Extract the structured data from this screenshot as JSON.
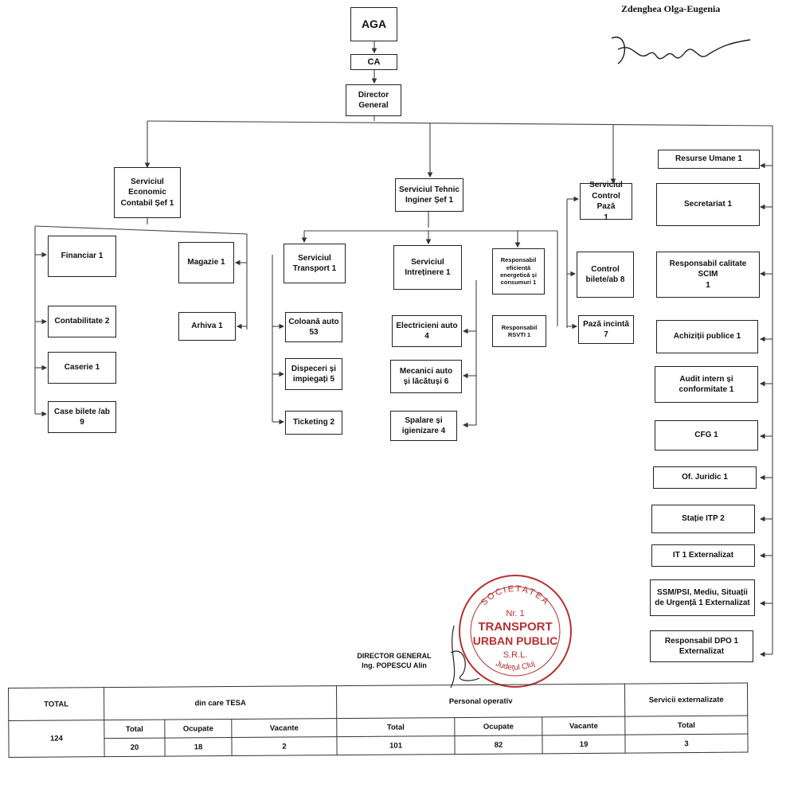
{
  "signatory": {
    "name": "Zdenghea Olga-Eugenia"
  },
  "chart": {
    "aga": "AGA",
    "ca": "CA",
    "director": "Director\nGeneral",
    "serv_economic": "Serviciul\nEconomic\nContabil Șef 1",
    "serv_tehnic": "Serviciul Tehnic\nInginer Șef 1",
    "serv_control": "Serviciul\nControl Pază\n1",
    "financiar": "Financiar 1",
    "contabilitate": "Contabilitate 2",
    "casierie": "Caserie 1",
    "case_bilete": "Case bilete /ab\n9",
    "magazie": "Magazie 1",
    "arhiva": "Arhiva 1",
    "serv_transport": "Serviciul\nTransport 1",
    "coloana_auto": "Coloană auto\n53",
    "dispeceri": "Dispeceri și\nimpiegați 5",
    "ticketing": "Ticketing 2",
    "serv_intretinere": "Serviciul\nIntreținere 1",
    "electricieni": "Electricieni auto\n4",
    "mecanici": "Mecanici auto\nși lăcătuși 6",
    "spalare": "Spalare și\nigienizare 4",
    "resp_eficienta": "Responsabil\neficiență\nenergetică și\nconsumuri 1",
    "resp_rsvti": "Responsabil\nRSVTI 1",
    "control_bilete": "Control\nbilete/ab 8",
    "paza_incinta": "Pază incintă\n7",
    "resurse_umane": "Resurse Umane   1",
    "secretariat": "Secretariat 1",
    "resp_calitate": "Responsabil calitate SCIM\n1",
    "achizitii": "Achiziții publice 1",
    "audit": "Audit intern și\nconformitate 1",
    "cfg": "CFG 1",
    "juridic": "Of. Juridic 1",
    "statie_itp": "Stație ITP 2",
    "it": "IT 1 Externalizat",
    "ssm": "SSM/PSI, Mediu, Situații\nde Urgență 1 Externalizat",
    "dpo": "Responsabil DPO 1\nExternalizat"
  },
  "director_signature": {
    "line1": "DIRECTOR GENERAL",
    "line2": "Ing. POPESCU Alin"
  },
  "stamp": {
    "top": "SOCIETATEA",
    "nr": "Nr. 1",
    "line1": "TRANSPORT",
    "line2": "URBAN PUBLIC",
    "line3": "S.R.L.",
    "bottom": "Județul Cluj",
    "color": "#b83030"
  },
  "table": {
    "total_header": "TOTAL",
    "tesa_header": "din care TESA",
    "operativ_header": "Personal operativ",
    "extern_header": "Servicii externalizate",
    "sub_total": "Total",
    "sub_ocupate": "Ocupate",
    "sub_vacante": "Vacante",
    "total_value": "124",
    "tesa_total": "20",
    "tesa_ocupate": "18",
    "tesa_vacante": "2",
    "op_total": "101",
    "op_ocupate": "82",
    "op_vacante": "19",
    "ext_total": "3"
  }
}
